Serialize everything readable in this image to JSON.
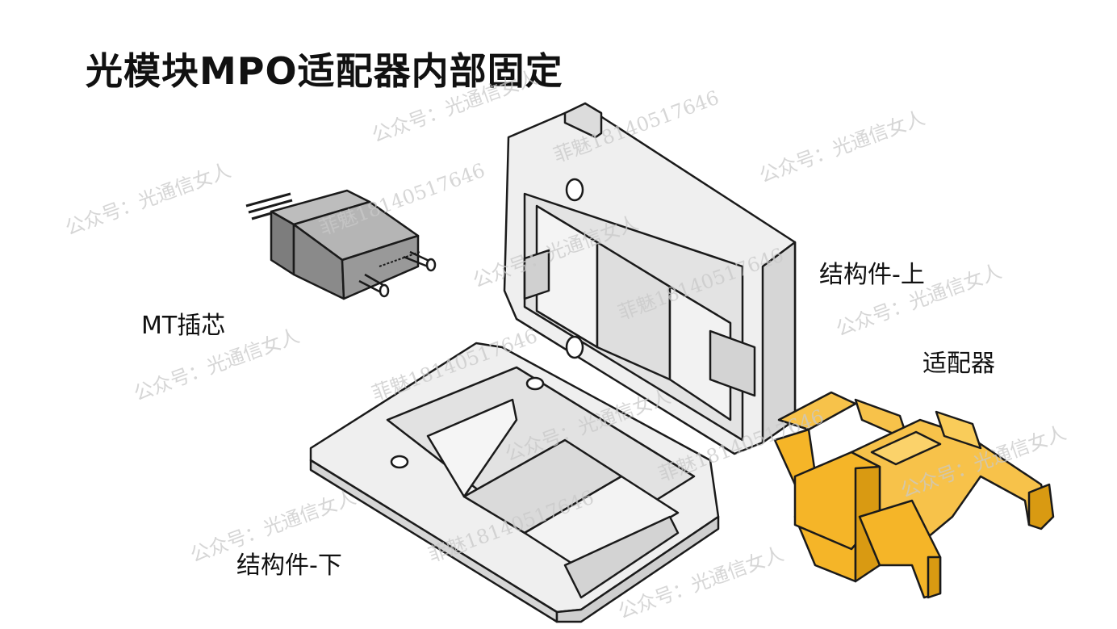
{
  "title": "光模块MPO适配器内部固定",
  "labels": {
    "mt_ferrule": "MT插芯",
    "structure_top": "结构件-上",
    "adapter": "适配器",
    "structure_bottom": "结构件-下"
  },
  "watermarks": {
    "account": "公众号：光通信女人",
    "phone": "菲魅18140517646"
  },
  "colors": {
    "adapter_fill": "#F5B528",
    "adapter_shade": "#D99A12",
    "part_fill": "#EFEFEF",
    "part_shade": "#D6D6D6",
    "ferrule_fill": "#8E8E8E",
    "outline": "#1A1A1A"
  }
}
